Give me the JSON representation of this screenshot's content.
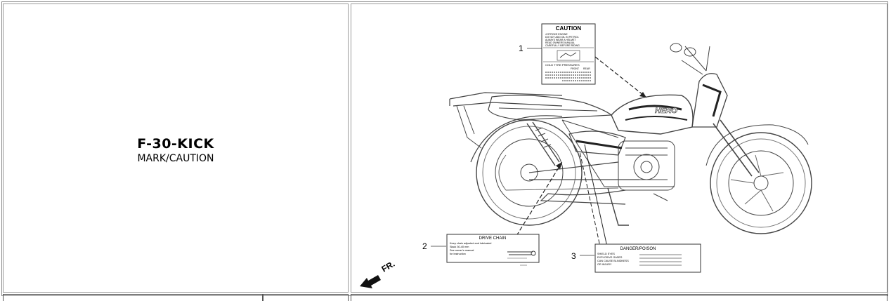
{
  "part": {
    "code": "F-30-KICK",
    "name": "MARK/CAUTION"
  },
  "diagram": {
    "callouts": [
      {
        "number": "1"
      },
      {
        "number": "2"
      },
      {
        "number": "3"
      }
    ],
    "caution_label": {
      "title": "CAUTION",
      "lines": [
        "4 STROKE ENGINE",
        "DO NOT ADD OIL IN PETROL",
        "ALWAYS WEAR A HELMET",
        "READ OWNERS MANUAL",
        "CAREFULLY BEFORE RIDING"
      ],
      "tyre_title": "COLD TYRE PRESSURES",
      "tyre_header": [
        "FRONT",
        "REAR"
      ]
    },
    "drive_chain_label": {
      "title": "DRIVE CHAIN",
      "lines": [
        "Keep chain adjusted and lubricated",
        "Slack 30-40 mm",
        "See owner's manual",
        "for instruction"
      ]
    },
    "danger_label": {
      "title": "DANGER/POISON",
      "lines": [
        "SHIELD EYES",
        "EXPLOSIVE GASES",
        "CAN CAUSE BLINDNESS",
        "OR INJURY"
      ]
    },
    "tank_brand": "HERO",
    "direction_label": "FR."
  }
}
